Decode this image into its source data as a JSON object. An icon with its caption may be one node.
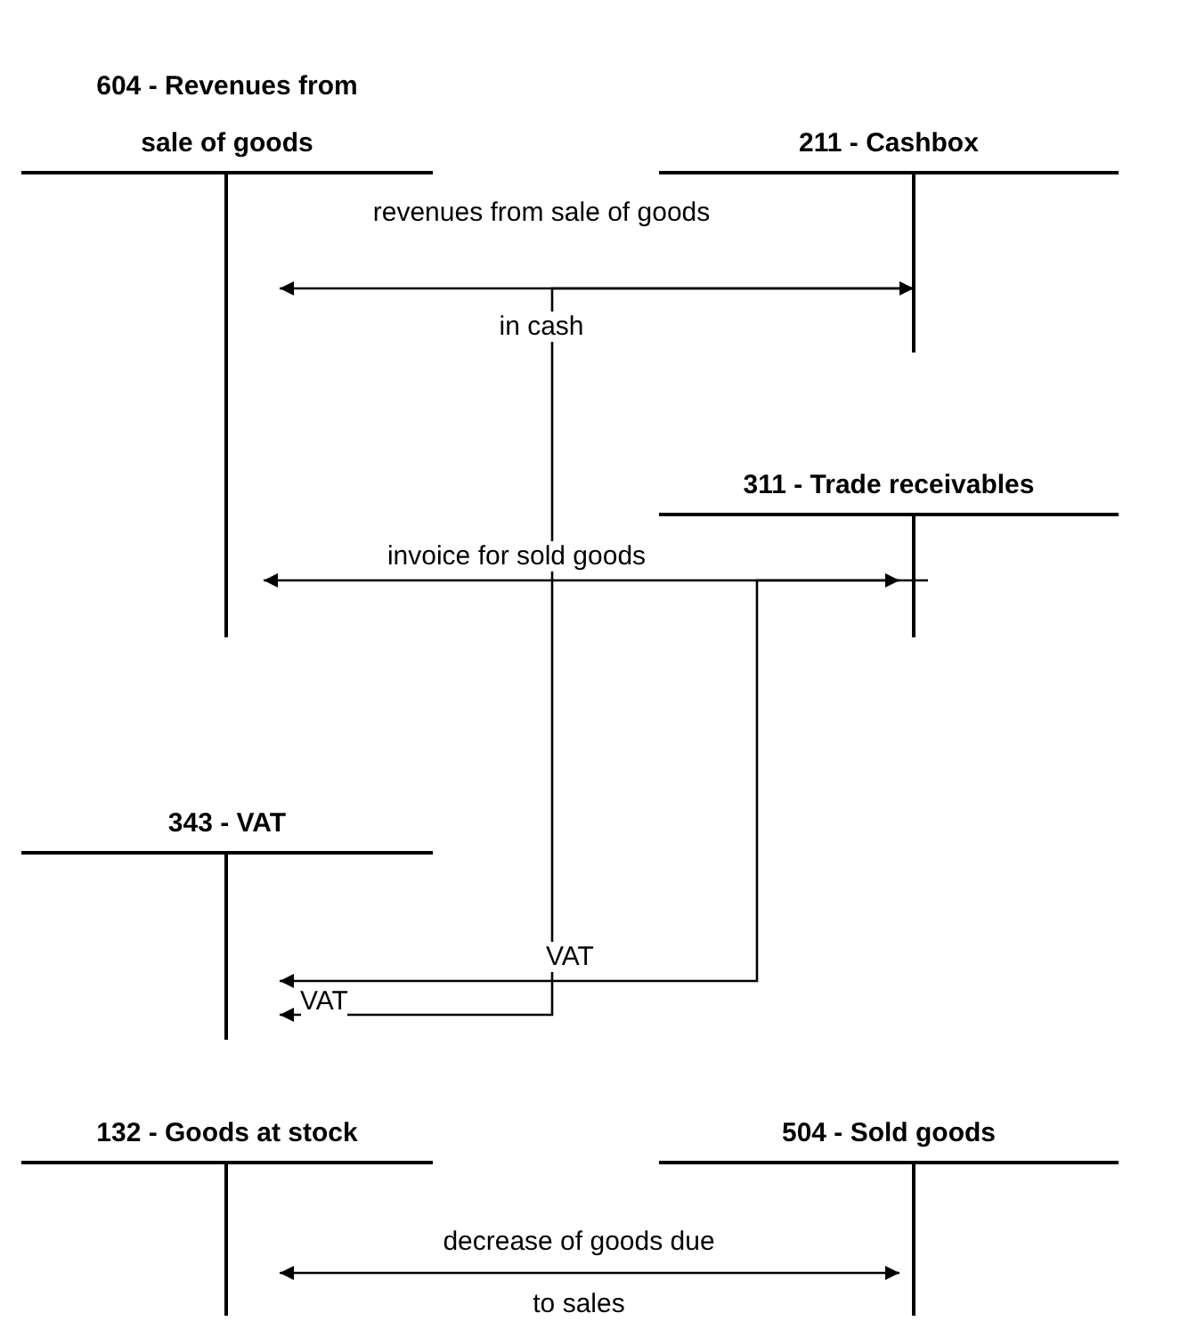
{
  "diagram": {
    "nodes": [
      {
        "text": [
          "604 - Revenues from sale of goods"
        ]
      },
      {
        "text": [
          "211 - Cashbox"
        ]
      },
      {
        "text": [
          "311 - Trade receivables"
        ]
      },
      {
        "text": [
          "343 - VAT"
        ]
      },
      {
        "text": [
          "132 - Goods at stock"
        ]
      },
      {
        "text": [
          "504 - Sold goods"
        ]
      }
    ],
    "edges": [
      {
        "from": 0,
        "to": 1,
        "arrow": "both",
        "label": "revenues from sale of goods in cash"
      },
      {
        "from": 1,
        "to": 3,
        "arrow": "to",
        "label": "VAT"
      },
      {
        "from": 0,
        "to": 2,
        "arrow": "both",
        "label": "invoice for sold goods"
      },
      {
        "from": 2,
        "to": 3,
        "arrow": "to",
        "label": "VAT"
      },
      {
        "from": 4,
        "to": 5,
        "arrow": "both",
        "label": "decrease of goods due to sales"
      }
    ]
  }
}
